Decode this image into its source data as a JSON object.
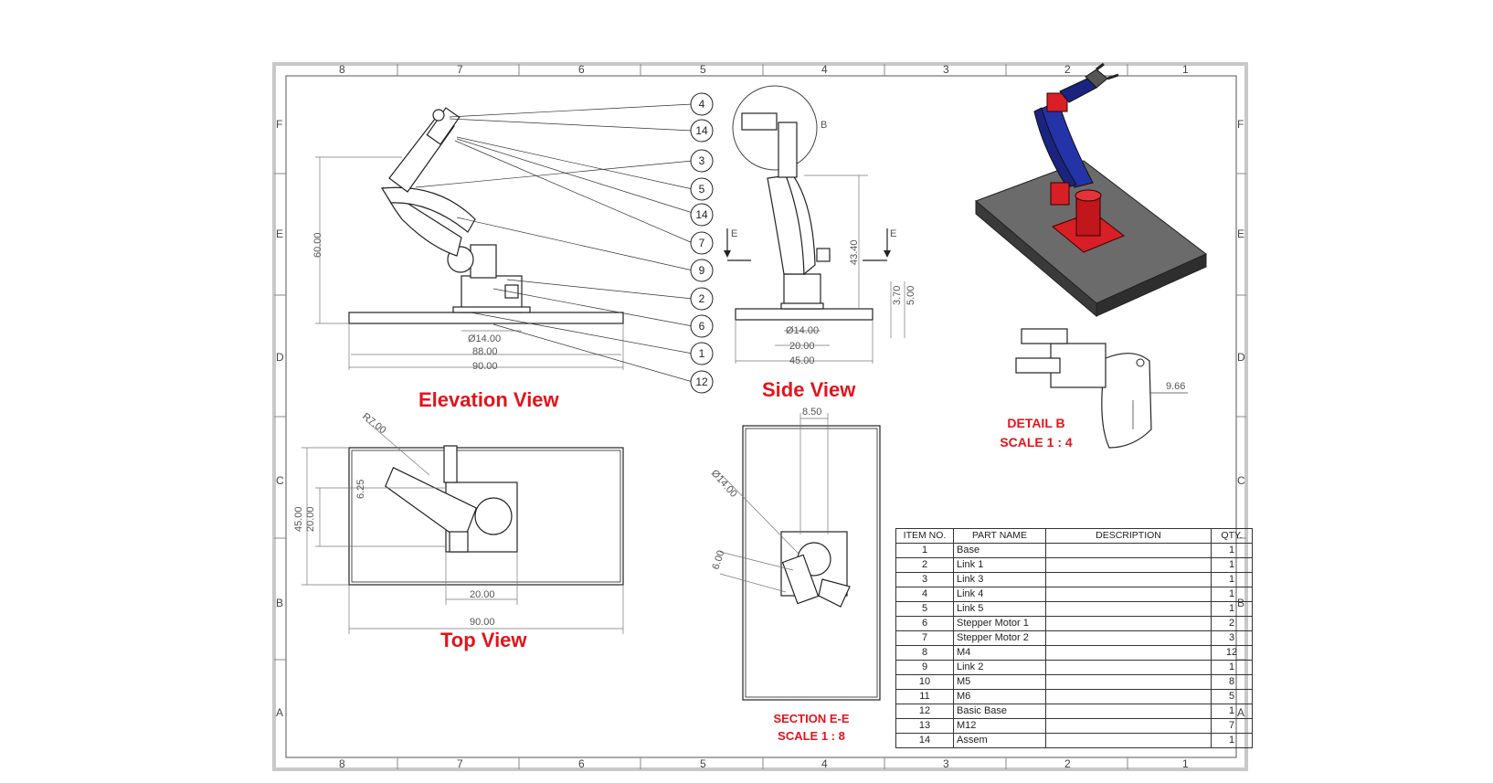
{
  "zones": {
    "columns": [
      "8",
      "7",
      "6",
      "5",
      "4",
      "3",
      "2",
      "1"
    ],
    "rows": [
      "F",
      "E",
      "D",
      "C",
      "B",
      "A"
    ]
  },
  "views": {
    "elevation": {
      "title": "Elevation View",
      "dims": {
        "height": "60.00",
        "bore": "Ø14.00",
        "base_inner": "88.00",
        "base_outer": "90.00"
      }
    },
    "side": {
      "title": "Side View",
      "dims": {
        "height": "43.40",
        "plate": "3.70",
        "plate2": "5.00",
        "bore": "Ø14.00",
        "inner": "20.00",
        "outer": "45.00",
        "section_mark": "E",
        "detail_mark": "B"
      }
    },
    "top": {
      "title": "Top View",
      "dims": {
        "radius": "R7.00",
        "offset": "6.25",
        "width": "45.00",
        "inner_w": "20.00",
        "len_inner": "20.00",
        "len_outer": "90.00"
      }
    },
    "section": {
      "title_line1": "SECTION E-E",
      "title_line2": "SCALE 1 : 8",
      "dims": {
        "top": "8.50",
        "bore": "Ø14.00",
        "small": "6.00"
      }
    },
    "detail": {
      "title_line1": "DETAIL B",
      "title_line2": "SCALE 1 : 4",
      "dims": {
        "gap": "9.66"
      }
    }
  },
  "balloons": [
    "4",
    "14",
    "3",
    "5",
    "14",
    "7",
    "9",
    "2",
    "6",
    "1",
    "12"
  ],
  "bom": {
    "headers": {
      "item": "ITEM NO.",
      "name": "PART NAME",
      "desc": "DESCRIPTION",
      "qty": "QTY."
    },
    "rows": [
      {
        "item": "1",
        "name": "Base",
        "desc": "",
        "qty": "1"
      },
      {
        "item": "2",
        "name": "Link 1",
        "desc": "",
        "qty": "1"
      },
      {
        "item": "3",
        "name": "Link 3",
        "desc": "",
        "qty": "1"
      },
      {
        "item": "4",
        "name": "Link 4",
        "desc": "",
        "qty": "1"
      },
      {
        "item": "5",
        "name": "Link 5",
        "desc": "",
        "qty": "1"
      },
      {
        "item": "6",
        "name": "Stepper Motor 1",
        "desc": "",
        "qty": "2"
      },
      {
        "item": "7",
        "name": "Stepper Motor 2",
        "desc": "",
        "qty": "3"
      },
      {
        "item": "8",
        "name": "M4",
        "desc": "",
        "qty": "12"
      },
      {
        "item": "9",
        "name": "Link 2",
        "desc": "",
        "qty": "1"
      },
      {
        "item": "10",
        "name": "M5",
        "desc": "",
        "qty": "8"
      },
      {
        "item": "11",
        "name": "M6",
        "desc": "",
        "qty": "5"
      },
      {
        "item": "12",
        "name": "Basic Base",
        "desc": "",
        "qty": "1"
      },
      {
        "item": "13",
        "name": "M12",
        "desc": "",
        "qty": "7"
      },
      {
        "item": "14",
        "name": "Assem",
        "desc": "",
        "qty": "1"
      }
    ]
  },
  "colors": {
    "title_red": "#e3141b",
    "arm_blue": "#2433a8",
    "arm_red": "#d81f26",
    "base_gray": "#4a4a4a"
  }
}
